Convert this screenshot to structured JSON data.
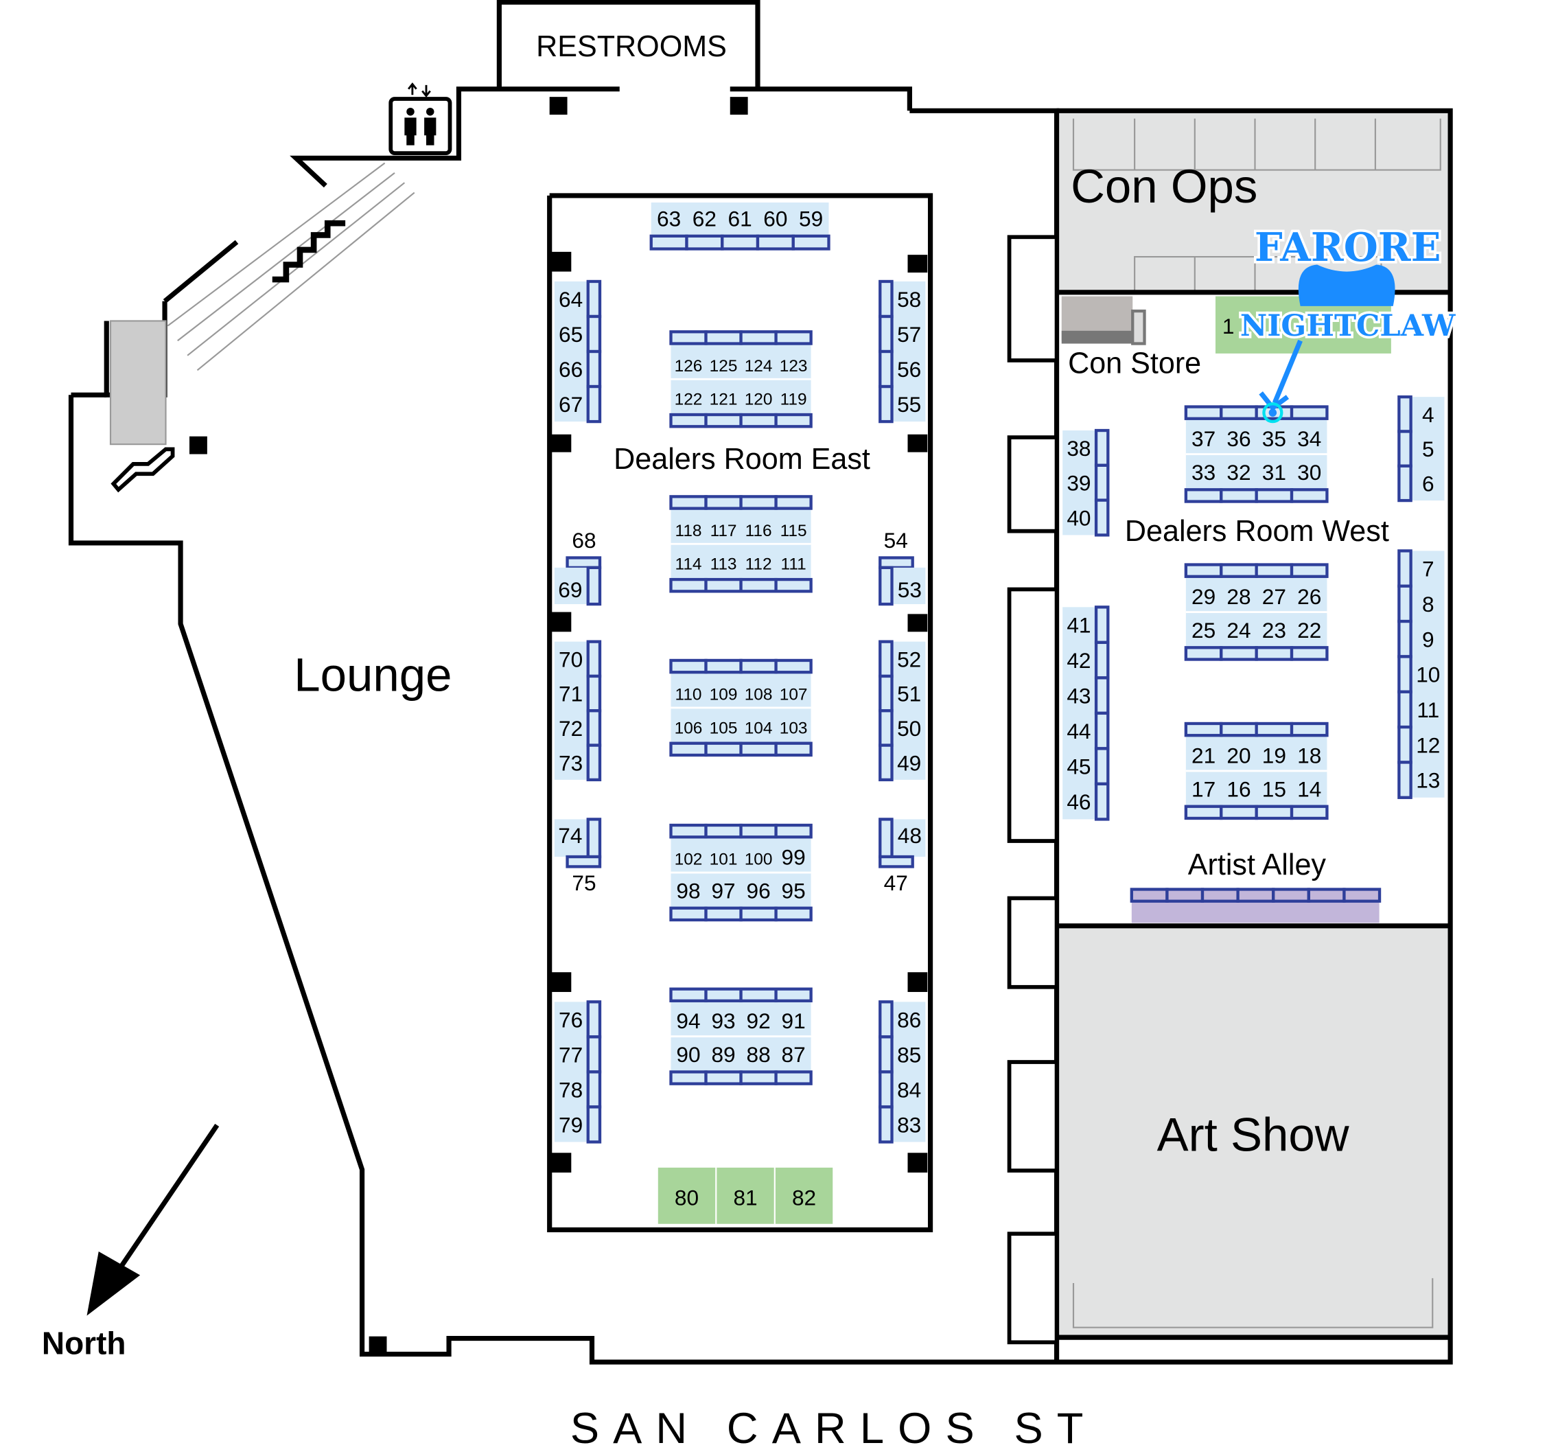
{
  "rooms": {
    "restrooms": "RESTROOMS",
    "lounge": "Lounge",
    "dealers_east": "Dealers Room East",
    "dealers_west": "Dealers Room West",
    "con_ops": "Con Ops",
    "con_store": "Con Store",
    "artist_alley": "Artist Alley",
    "art_show": "Art Show"
  },
  "street": "SAN CARLOS ST",
  "compass": {
    "label": "North"
  },
  "logo": {
    "line1": "FARORE",
    "line2": "NIGHTCLAW",
    "marker_booth": "35"
  },
  "colors": {
    "booth_fill": "#d6eaf8",
    "booth_border": "#2e3f9a",
    "green": "#a8d59a",
    "artist": "#c2b6da",
    "room_gray": "#e2e3e3",
    "logo_blue": "#1a8cff"
  },
  "booths": {
    "top_row": [
      "63",
      "62",
      "61",
      "60",
      "59"
    ],
    "east_left_1": [
      "64",
      "65",
      "66",
      "67"
    ],
    "east_right_1": [
      "58",
      "57",
      "56",
      "55"
    ],
    "block_126": [
      "126",
      "125",
      "124",
      "123",
      "122",
      "121",
      "120",
      "119"
    ],
    "block_118": [
      "118",
      "117",
      "116",
      "115",
      "114",
      "113",
      "112",
      "111"
    ],
    "block_110": [
      "110",
      "109",
      "108",
      "107",
      "106",
      "105",
      "104",
      "103"
    ],
    "block_102": [
      "102",
      "101",
      "100",
      "99",
      "98",
      "97",
      "96",
      "95"
    ],
    "block_94": [
      "94",
      "93",
      "92",
      "91",
      "90",
      "89",
      "88",
      "87"
    ],
    "corner_68": [
      "68",
      "69"
    ],
    "corner_54": [
      "54",
      "53"
    ],
    "east_left_2": [
      "70",
      "71",
      "72",
      "73"
    ],
    "east_right_2": [
      "52",
      "51",
      "50",
      "49"
    ],
    "corner_74": [
      "74",
      "75"
    ],
    "corner_48": [
      "48",
      "47"
    ],
    "east_left_3": [
      "76",
      "77",
      "78",
      "79"
    ],
    "east_right_3": [
      "86",
      "85",
      "84",
      "83"
    ],
    "green_east": [
      "80",
      "81",
      "82"
    ],
    "block_37": [
      "37",
      "36",
      "35",
      "34",
      "33",
      "32",
      "31",
      "30"
    ],
    "block_29": [
      "29",
      "28",
      "27",
      "26",
      "25",
      "24",
      "23",
      "22"
    ],
    "block_21": [
      "21",
      "20",
      "19",
      "18",
      "17",
      "16",
      "15",
      "14"
    ],
    "west_left_1": [
      "38",
      "39",
      "40"
    ],
    "west_left_2": [
      "41",
      "42",
      "43",
      "44",
      "45",
      "46"
    ],
    "west_right_1": [
      "4",
      "5",
      "6"
    ],
    "west_right_2": [
      "7",
      "8",
      "9",
      "10",
      "11",
      "12",
      "13"
    ],
    "green_west": [
      "1"
    ]
  }
}
